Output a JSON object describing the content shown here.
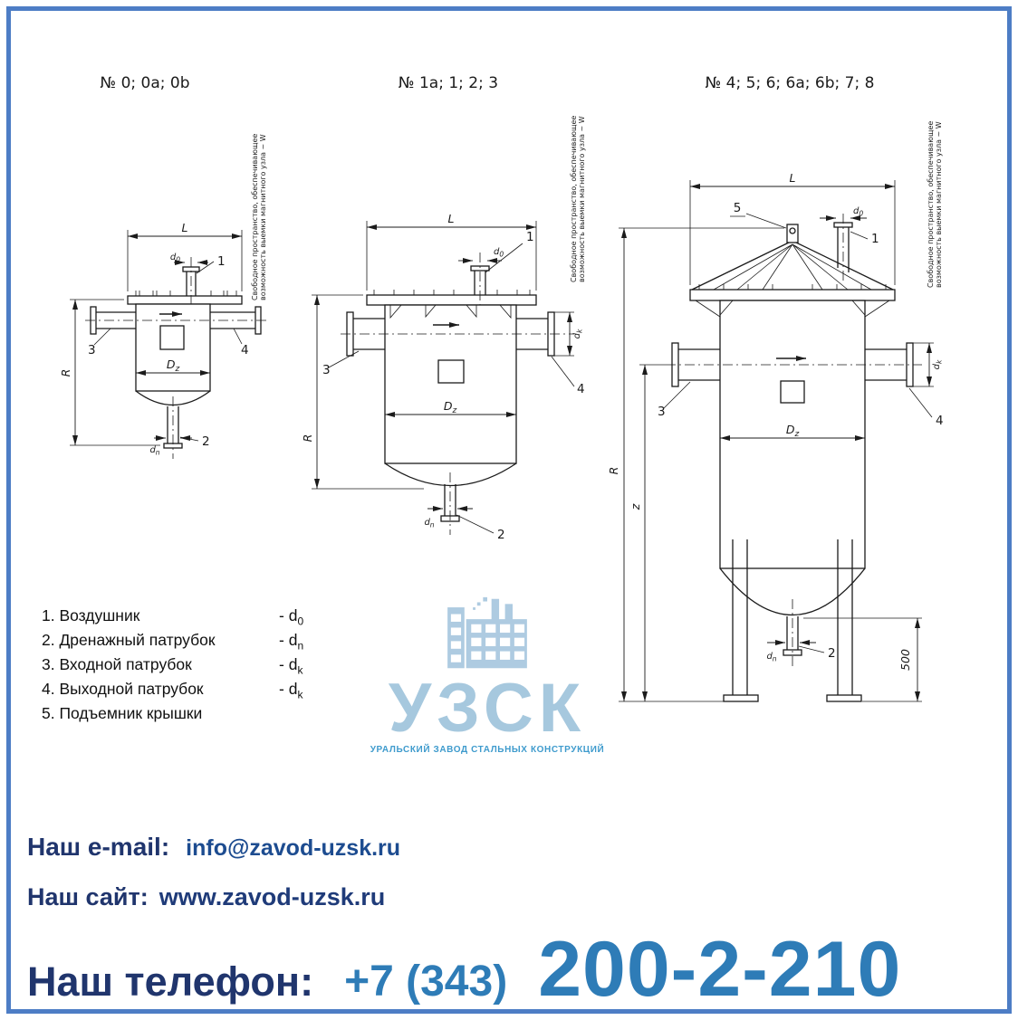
{
  "colors": {
    "frame_blue": "#4d7dc5",
    "navy": "#20356d",
    "email_blue": "#1d4c90",
    "phone_blue": "#2e7cb7",
    "watermark_blue": "#a6c8de",
    "caption_blue": "#3f9bcd",
    "line_black": "#1b1b1b"
  },
  "drawings": {
    "titles": [
      "№ 0; 0a; 0b",
      "№ 1a; 1; 2; 3",
      "№ 4; 5; 6; 6a; 6b; 7; 8"
    ],
    "note_line1": "Свободное пространство, обеспечивающее",
    "note_line2": "возможность выемки магнитного узла ~ W",
    "dims": {
      "L": "L",
      "R": "R",
      "z": "z",
      "D_main": "D",
      "D_sub": "z",
      "d_main": "d",
      "d0_sub": "0",
      "dn_sub": "n",
      "dk_sub": "k",
      "leg_height": "500"
    },
    "callouts": {
      "c1": "1",
      "c2": "2",
      "c3": "3",
      "c4": "4",
      "c5": "5"
    }
  },
  "legend": {
    "items": [
      {
        "label": "1. Воздушник",
        "dim_main": "- d",
        "dim_sub": "0"
      },
      {
        "label": "2. Дренажный патрубок",
        "dim_main": "- d",
        "dim_sub": "n"
      },
      {
        "label": "3. Входной патрубок",
        "dim_main": "- d",
        "dim_sub": "k"
      },
      {
        "label": "4. Выходной патрубок",
        "dim_main": "- d",
        "dim_sub": "k"
      },
      {
        "label": "5. Подъемник крышки",
        "dim_main": "",
        "dim_sub": ""
      }
    ]
  },
  "watermark": {
    "acronym": "УЗСК",
    "caption": "УРАЛЬСКИЙ ЗАВОД СТАЛЬНЫХ КОНСТРУКЦИЙ"
  },
  "contacts": {
    "email_label": "Наш e-mail:",
    "email_value": "info@zavod-uzsk.ru",
    "site_label": "Наш сайт:",
    "site_value": "www.zavod-uzsk.ru",
    "phone_label": "Наш телефон:",
    "phone_code": "+7 (343)",
    "phone_number": "200-2-210"
  }
}
